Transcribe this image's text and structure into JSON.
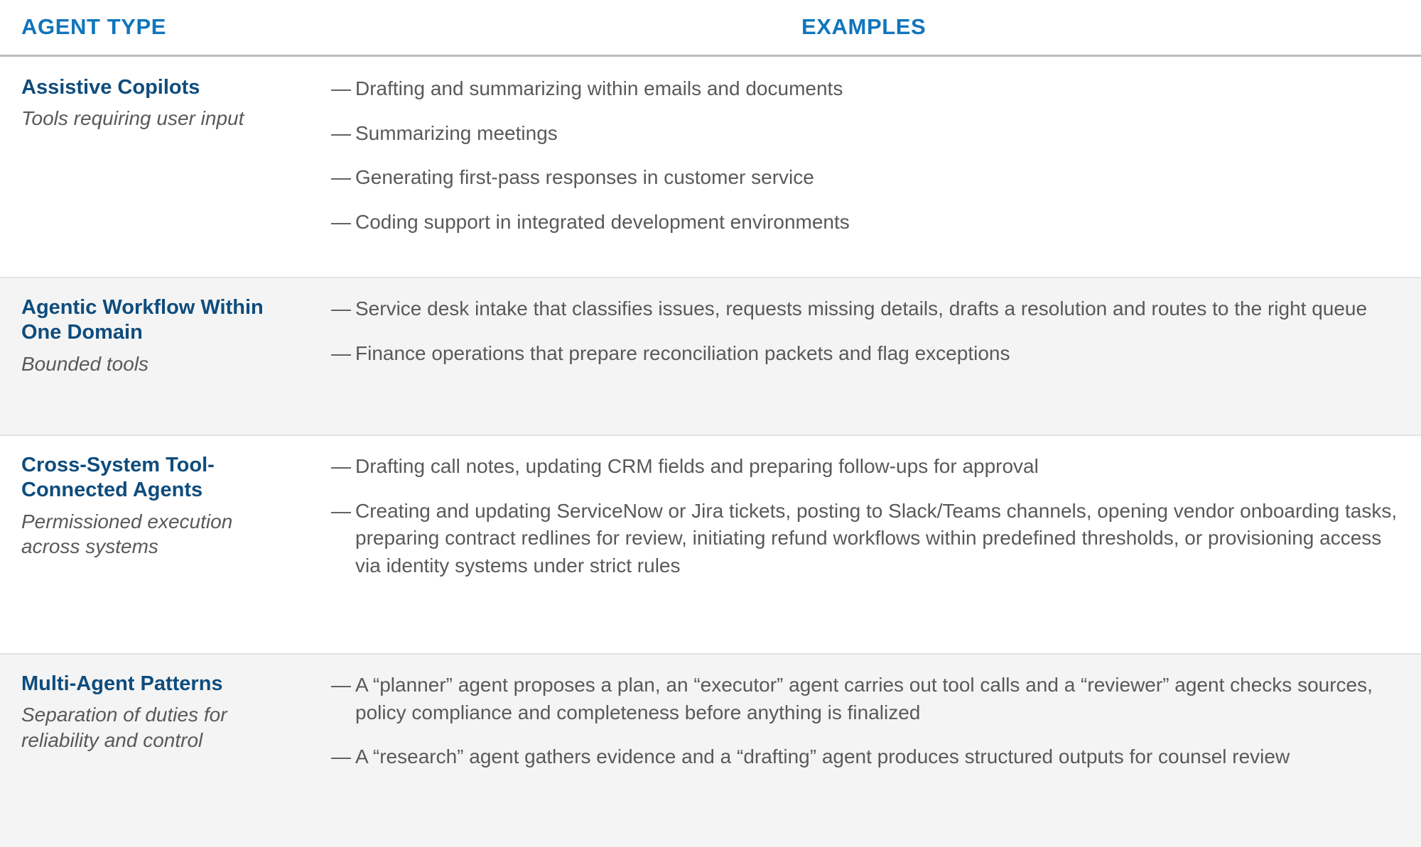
{
  "table": {
    "headers": {
      "agent_type": "AGENT TYPE",
      "examples": "EXAMPLES"
    },
    "colors": {
      "header_blue": "#1075bc",
      "title_navy": "#0e4c7d",
      "body_gray": "#58595b",
      "row_shade": "#f4f4f4",
      "rule": "#b9bcbe"
    },
    "bullet_marker": "—",
    "rows": [
      {
        "title": "Assistive Copilots",
        "subtitle": "Tools requiring user input",
        "shaded": false,
        "examples": [
          "Drafting and summarizing within emails and documents",
          "Summarizing meetings",
          "Generating first-pass responses in customer service",
          "Coding support in integrated development environments"
        ]
      },
      {
        "title": "Agentic Workflow Within One Domain",
        "subtitle": "Bounded tools",
        "shaded": true,
        "examples": [
          "Service desk intake that classifies issues, requests missing details, drafts a resolution and routes to the right queue",
          "Finance operations that prepare reconciliation packets and flag exceptions"
        ]
      },
      {
        "title": "Cross-System Tool-Connected Agents",
        "subtitle": "Permissioned execution across systems",
        "shaded": false,
        "examples": [
          "Drafting call notes, updating CRM fields and preparing follow-ups for approval",
          "Creating and updating ServiceNow or Jira tickets, posting to Slack/Teams channels, opening vendor onboarding tasks, preparing contract redlines for review, initiating refund workflows within predefined thresholds, or provisioning access via identity systems under strict rules"
        ]
      },
      {
        "title": "Multi-Agent Patterns",
        "subtitle": "Separation of duties for reliability and control",
        "shaded": true,
        "examples": [
          "A “planner” agent proposes a plan, an “executor” agent carries out tool calls and a “reviewer” agent checks sources, policy compliance and completeness before anything is finalized",
          "A “research” agent gathers evidence and a “drafting” agent produces structured outputs for counsel review"
        ]
      }
    ]
  }
}
